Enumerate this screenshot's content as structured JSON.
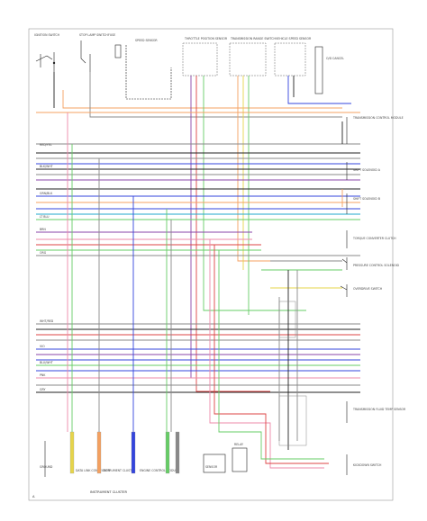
{
  "diagram": {
    "top_components": [
      {
        "id": "c1",
        "label": "IGNITION SWITCH"
      },
      {
        "id": "c2",
        "label": "STOP LAMP SWITCH"
      },
      {
        "id": "c3",
        "label": "FUSE"
      },
      {
        "id": "c4",
        "label": "SPEED SENSOR"
      },
      {
        "id": "c5",
        "label": "THROTTLE POSITION SENSOR"
      },
      {
        "id": "c6",
        "label": "TRANSMISSION RANGE SWITCH"
      },
      {
        "id": "c7",
        "label": "VEHICLE SPEED SENSOR"
      },
      {
        "id": "c8",
        "label": "O/D CANCEL"
      }
    ],
    "right_components": [
      {
        "id": "r1",
        "label": "TRANSMISSION CONTROL MODULE"
      },
      {
        "id": "r2",
        "label": "SHIFT SOLENOID A"
      },
      {
        "id": "r3",
        "label": "SHIFT SOLENOID B"
      },
      {
        "id": "r4",
        "label": "TORQUE CONVERTER CLUTCH"
      },
      {
        "id": "r5",
        "label": "PRESSURE CONTROL SOLENOID"
      },
      {
        "id": "r6",
        "label": "OVERDRIVE SWITCH"
      },
      {
        "id": "r7",
        "label": "TRANSMISSION FLUID TEMP SENSOR"
      },
      {
        "id": "r8",
        "label": "KICKDOWN SWITCH"
      }
    ],
    "bottom_components": [
      {
        "id": "b1",
        "label": "GROUND"
      },
      {
        "id": "b2",
        "label": "DATA LINK CONNECTOR"
      },
      {
        "id": "b3",
        "label": "INSTRUMENT CLUSTER"
      },
      {
        "id": "b4",
        "label": "ENGINE CONTROL MODULE"
      },
      {
        "id": "b5",
        "label": "SENSOR"
      },
      {
        "id": "b6",
        "label": "RELAY"
      }
    ],
    "wire_labels": [
      "RED/YEL",
      "BLK/WHT",
      "GRN/BLK",
      "LT BLU",
      "BRN",
      "ORG",
      "WHT/RED",
      "VIO",
      "BLU/WHT",
      "PNK",
      "GRY"
    ],
    "footer": {
      "left": "A",
      "center": "INSTRUMENT CLUSTER"
    },
    "colors": {
      "orange": "#f4a060",
      "gray": "#888888",
      "black": "#222222",
      "blue": "#3344dd",
      "purple": "#8844aa",
      "green": "#66cc66",
      "red": "#dd4444",
      "pink": "#ee88aa",
      "yellow": "#e6d44a",
      "lightblue": "#88aaee",
      "cyan": "#22aacc",
      "brown": "#aa7744"
    }
  }
}
